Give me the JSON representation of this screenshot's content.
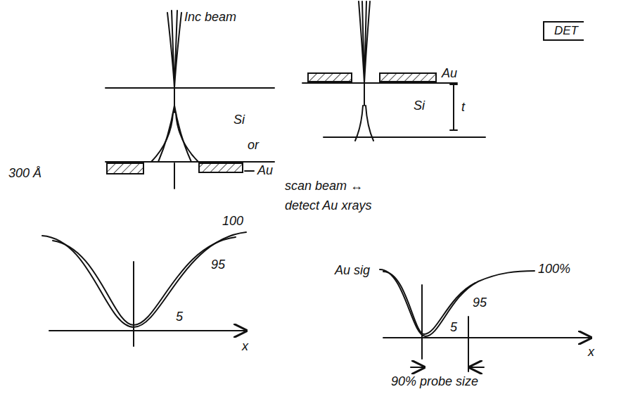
{
  "diagram": {
    "nodes": [
      {
        "text": [
          "DET"
        ]
      }
    ],
    "labels": [
      "Inc beam",
      "Si",
      "or",
      "300 Å",
      "Au",
      "Au",
      "Si",
      "t",
      "scan beam ↔",
      "detect Au xrays",
      "100",
      "95",
      "5",
      "x",
      "Au sig",
      "100%",
      "95",
      "5",
      "x",
      "90% probe size"
    ]
  }
}
